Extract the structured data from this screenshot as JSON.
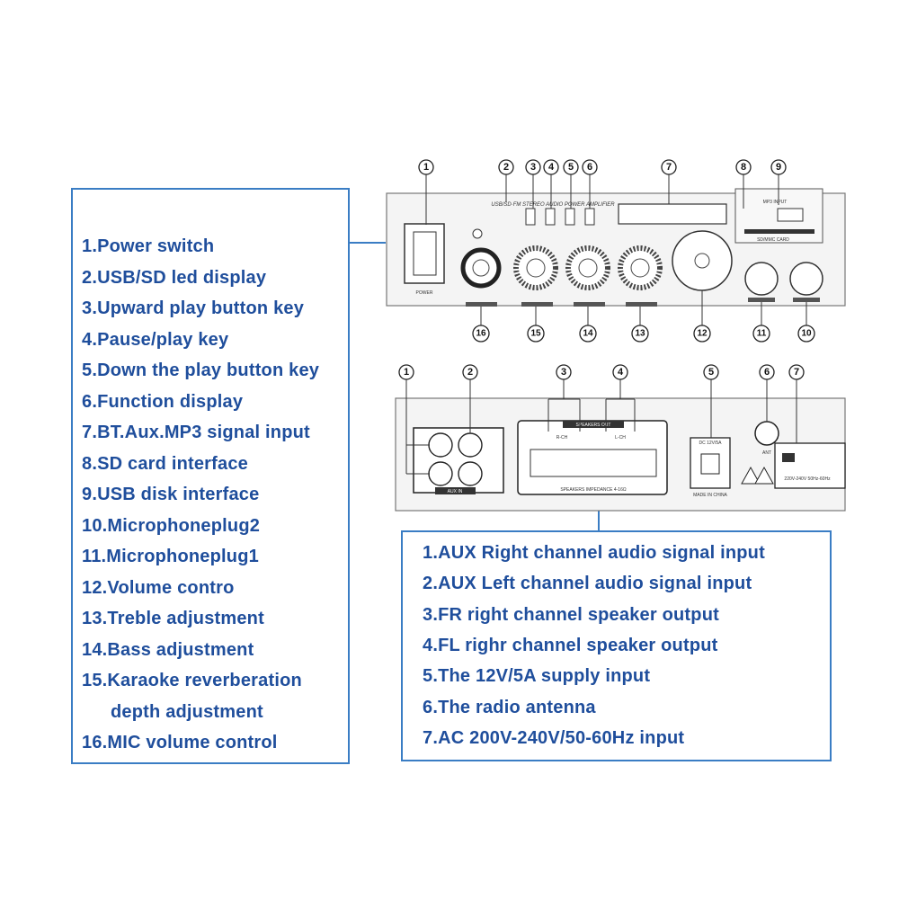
{
  "front_panel": {
    "header_text": "USB/SD·FM STEREO AUDIO POWER AMPLIFIER",
    "power_label": "POWER",
    "usb_sd_label": "SD/MMC CARD",
    "mp3_label": "MP3 INPUT",
    "callouts_top": [
      "1",
      "2",
      "3",
      "4",
      "5",
      "6",
      "7",
      "8",
      "9"
    ],
    "callouts_bottom": [
      "16",
      "15",
      "14",
      "13",
      "12",
      "11",
      "10"
    ]
  },
  "rear_panel": {
    "aux_label": "AUX IN",
    "speakers_label": "SPEAKERS OUT",
    "impedance_label": "SPEAKERS IMPEDANCE 4-16Ω",
    "dc_label": "DC 12V/5A",
    "made_label": "MADE IN CHINA",
    "ant_label": "ANT",
    "ac_label": "220V-240V 50Hz-60Hz",
    "rch_label": "R-CH",
    "lch_label": "L-CH",
    "callouts": [
      "1",
      "2",
      "3",
      "4",
      "5",
      "6",
      "7"
    ]
  },
  "front_legend": [
    "1.Power switch",
    "2.USB/SD led display",
    "3.Upward play button key",
    "4.Pause/play key",
    "5.Down the play button key",
    "6.Function display",
    "7.BT.Aux.MP3 signal input",
    "8.SD card interface",
    "9.USB disk interface",
    "10.Microphoneplug2",
    "11.Microphoneplug1",
    "12.Volume contro",
    "13.Treble adjustment",
    "14.Bass adjustment",
    "15.Karaoke reverberation",
    "depth adjustment",
    "16.MIC volume control"
  ],
  "rear_legend": [
    "1.AUX Right channel audio signal input",
    "2.AUX Left channel audio signal input",
    "3.FR right channel speaker output",
    "4.FL righr channel speaker output",
    "5.The 12V/5A supply input",
    "6.The radio antenna",
    "7.AC 200V-240V/50-60Hz input"
  ],
  "colors": {
    "legend_text": "#1f4e9c",
    "border": "#3a7dc4"
  }
}
